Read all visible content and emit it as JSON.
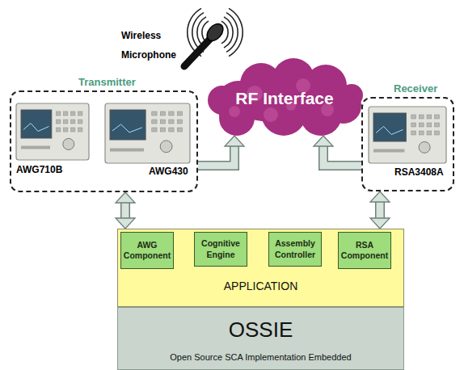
{
  "diagram": {
    "nodes": [
      {
        "text": [
          "RF Interface"
        ]
      },
      {
        "text": [
          "Transmitter"
        ]
      },
      {
        "text": [
          "Receiver"
        ]
      },
      {
        "text": [
          "APPLICATION"
        ]
      },
      {
        "text": [
          "AWG Component"
        ],
        "in": 3
      },
      {
        "text": [
          "Cognitive Engine"
        ],
        "in": 3
      },
      {
        "text": [
          "Assembly Controller"
        ],
        "in": 3
      },
      {
        "text": [
          "RSA Component"
        ],
        "in": 3
      },
      {
        "text": [
          "OSSIE",
          "Open Source SCA Implementation Embedded"
        ]
      }
    ],
    "edges": [
      {
        "from": 1,
        "to": 0,
        "arrow": "to"
      },
      {
        "from": 2,
        "to": 0,
        "arrow": "to"
      },
      {
        "from": 1,
        "to": 3,
        "arrow": "both"
      },
      {
        "from": 2,
        "to": 3,
        "arrow": "both"
      }
    ],
    "labels": [
      "Wireless Microphone",
      "AWG710B",
      "AWG430",
      "RSA3408A"
    ]
  }
}
